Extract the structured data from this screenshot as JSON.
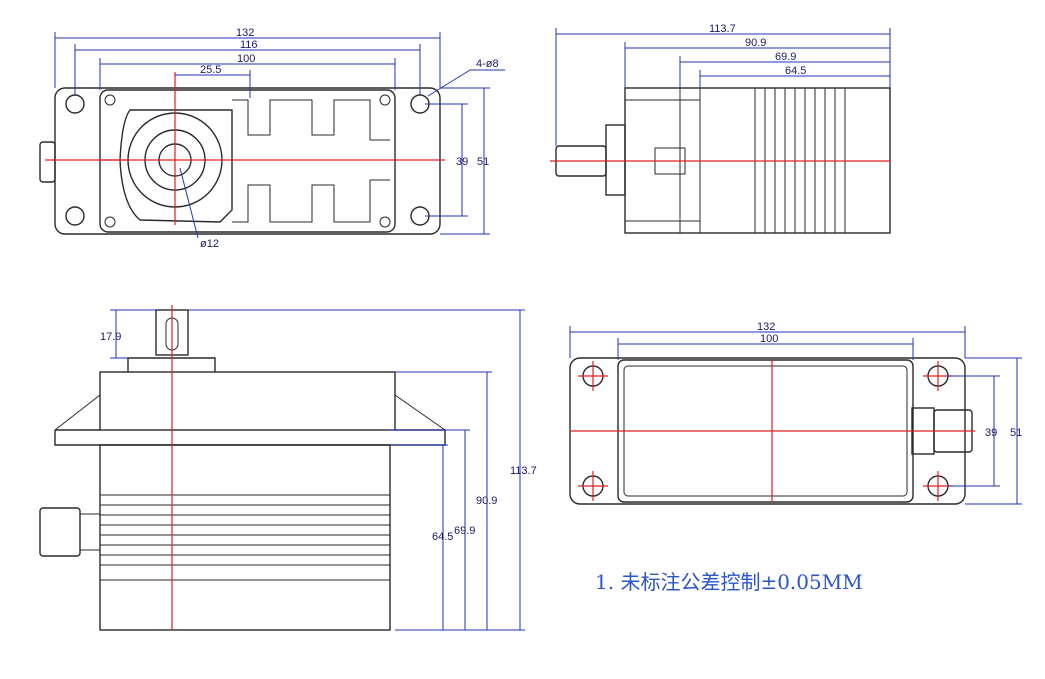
{
  "front_view": {
    "dims": {
      "total_length": "132",
      "hole_spacing": "116",
      "body_length": "100",
      "shaft_offset": "25.5",
      "holes": "4-ø8",
      "shaft_dia": "ø12",
      "hole_pitch_v": "39",
      "flange_width": "51"
    }
  },
  "side_view": {
    "dims": {
      "total": "113.7",
      "d1": "90.9",
      "d2": "69.9",
      "d3": "64.5"
    }
  },
  "elevation_view": {
    "dims": {
      "shaft_height": "17.9",
      "total": "113.7",
      "d1": "90.9",
      "d2": "69.9",
      "d3": "64.5"
    }
  },
  "bottom_view": {
    "dims": {
      "total_length": "132",
      "body_length": "100",
      "hole_pitch_v": "39",
      "flange_width": "51"
    }
  },
  "note": "1. 未标注公差控制±0.05MM"
}
